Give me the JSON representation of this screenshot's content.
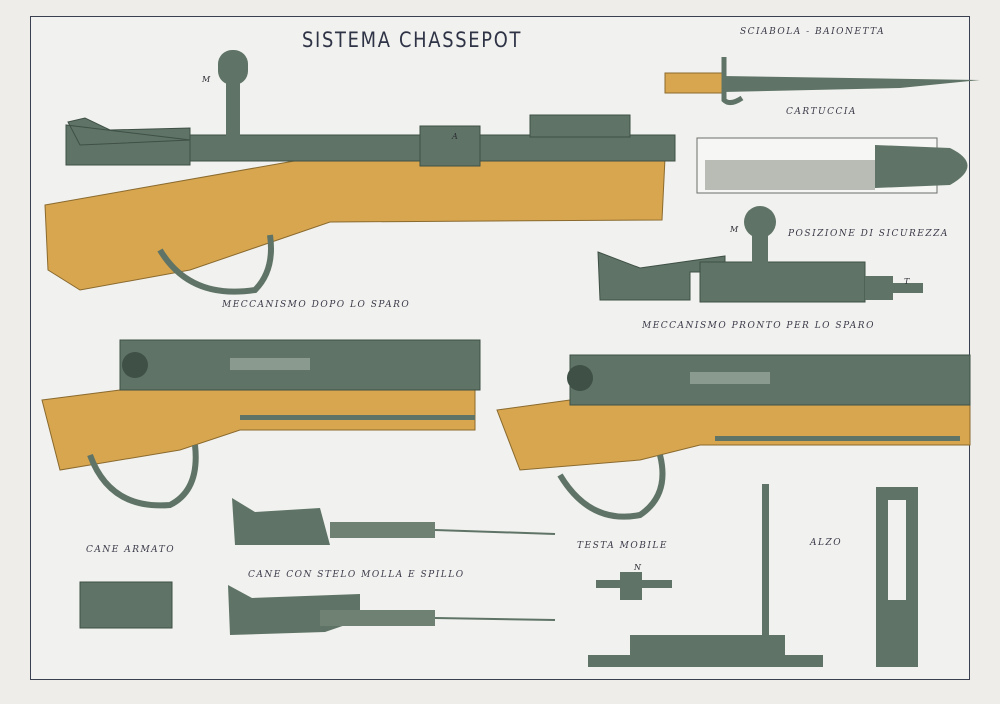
{
  "title": "SISTEMA CHASSEPOT",
  "labels": {
    "bayonet": "SCIABOLA - BAIONETTA",
    "cartridge": "CARTUCCIA",
    "safety": "POSIZIONE DI SICUREZZA",
    "after_firing": "MECCANISMO DOPO LO SPARO",
    "ready": "MECCANISMO PRONTO PER LO SPARO",
    "cocked": "CANE ARMATO",
    "hammer": "CANE CON STELO MOLLA E SPILLO",
    "bolt_head": "TESTA MOBILE",
    "sight": "ALZO"
  },
  "part_letters": {
    "m1": "M",
    "a": "A",
    "m2": "M",
    "t": "T",
    "n": "N"
  },
  "colors": {
    "metal": "#5f7466",
    "metal_dark": "#3f5046",
    "wood": "#d8a64f",
    "paper": "#f1f1ef",
    "ink": "#3a3f52"
  }
}
